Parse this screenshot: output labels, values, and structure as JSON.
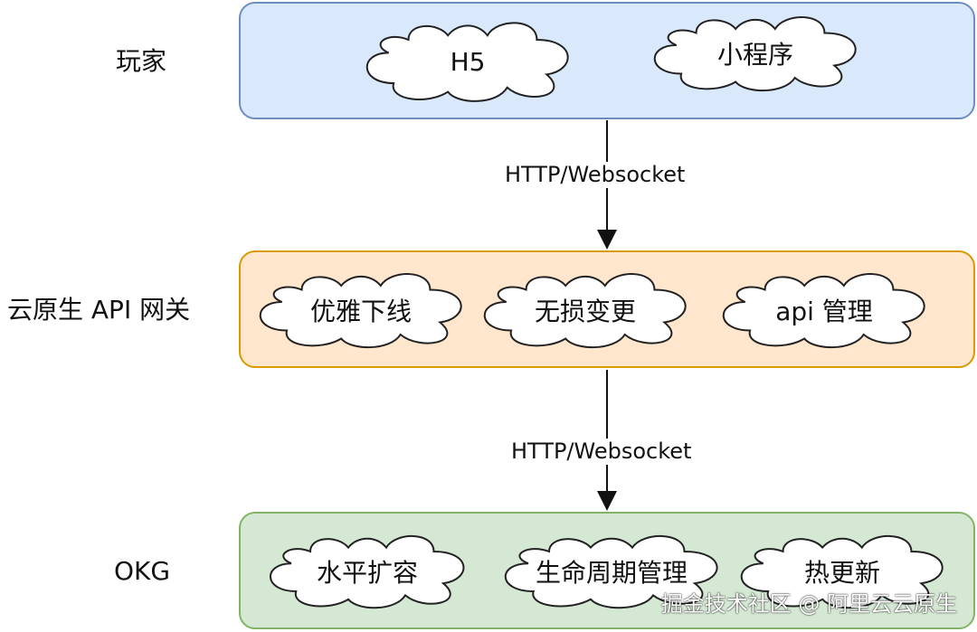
{
  "layers": {
    "player": {
      "label": "玩家",
      "items": [
        "H5",
        "小程序"
      ]
    },
    "gateway": {
      "label": "云原生 API 网关",
      "items": [
        "优雅下线",
        "无损变更",
        "api 管理"
      ]
    },
    "okg": {
      "label": "OKG",
      "items": [
        "水平扩容",
        "生命周期管理",
        "热更新"
      ]
    }
  },
  "edges": [
    {
      "label": "HTTP/Websocket"
    },
    {
      "label": "HTTP/Websocket"
    }
  ],
  "watermark": "掘金技术社区 @ 阿里云云原生",
  "colors": {
    "player_fill": "#dae8fc",
    "player_stroke": "#6c8ebf",
    "gateway_fill": "#ffe6cc",
    "gateway_stroke": "#d79b00",
    "okg_fill": "#d5e8d4",
    "okg_stroke": "#82b366"
  }
}
